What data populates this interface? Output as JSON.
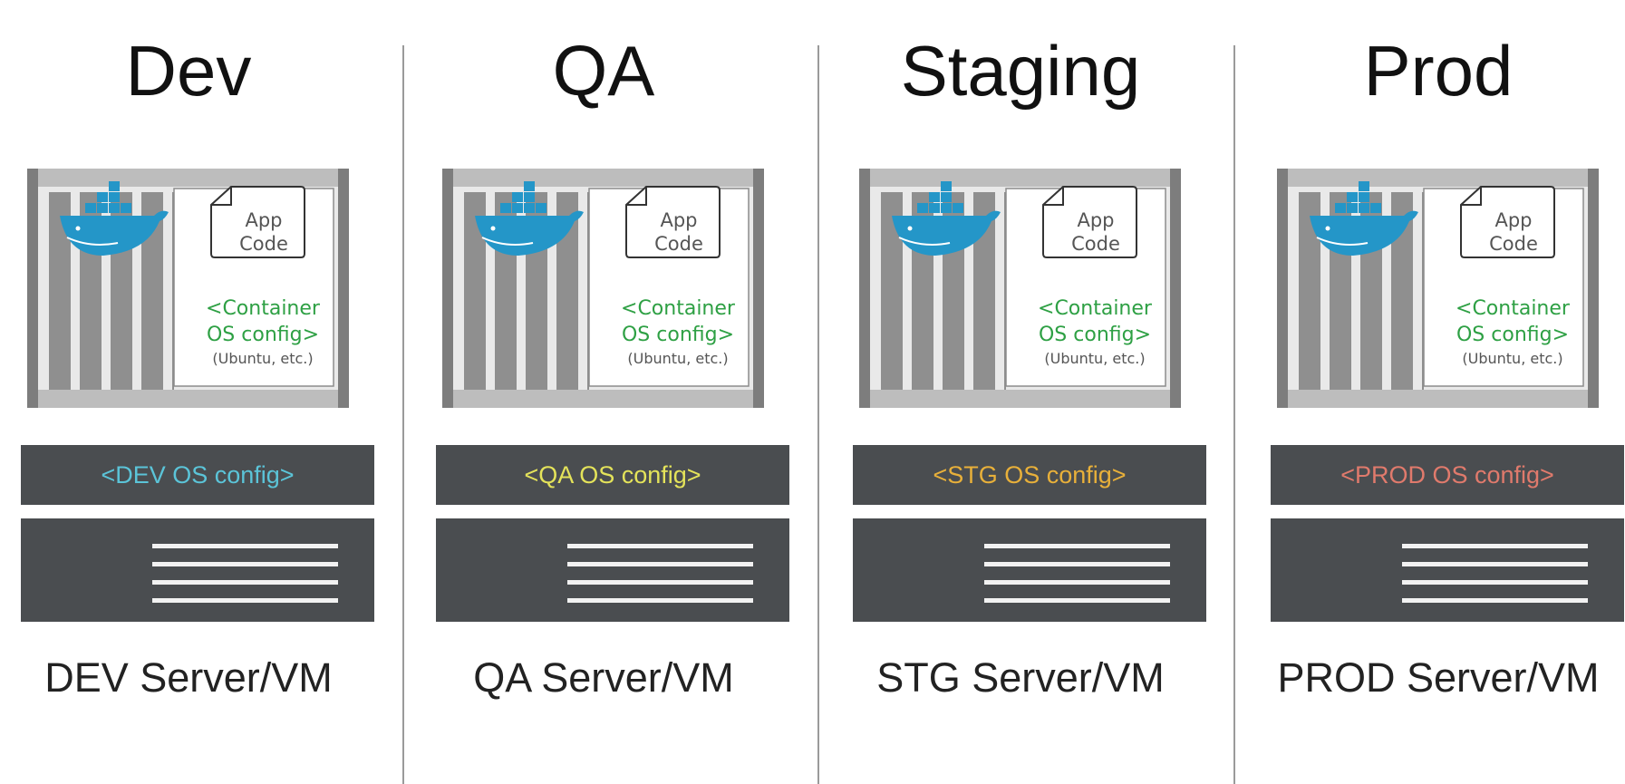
{
  "environments": [
    {
      "title": "Dev",
      "app_code": "App\nCode",
      "container_os": "<Container\nOS config>",
      "container_os_sub": "(Ubuntu, etc.)",
      "host_os": "<DEV OS config>",
      "host_os_color": "#5bc4d8",
      "server": "DEV Server/VM"
    },
    {
      "title": "QA",
      "app_code": "App\nCode",
      "container_os": "<Container\nOS config>",
      "container_os_sub": "(Ubuntu, etc.)",
      "host_os": "<QA OS config>",
      "host_os_color": "#e4e35a",
      "server": "QA Server/VM"
    },
    {
      "title": "Staging",
      "app_code": "App\nCode",
      "container_os": "<Container\nOS config>",
      "container_os_sub": "(Ubuntu, etc.)",
      "host_os": "<STG OS config>",
      "host_os_color": "#e8b03a",
      "server": "STG Server/VM"
    },
    {
      "title": "Prod",
      "app_code": "App\nCode",
      "container_os": "<Container\nOS config>",
      "container_os_sub": "(Ubuntu, etc.)",
      "host_os": "<PROD OS config>",
      "host_os_color": "#e07a6c",
      "server": "PROD Server/VM"
    }
  ],
  "icons": {
    "container": "shipping-container-icon",
    "docker": "docker-whale-icon",
    "document": "document-icon"
  }
}
